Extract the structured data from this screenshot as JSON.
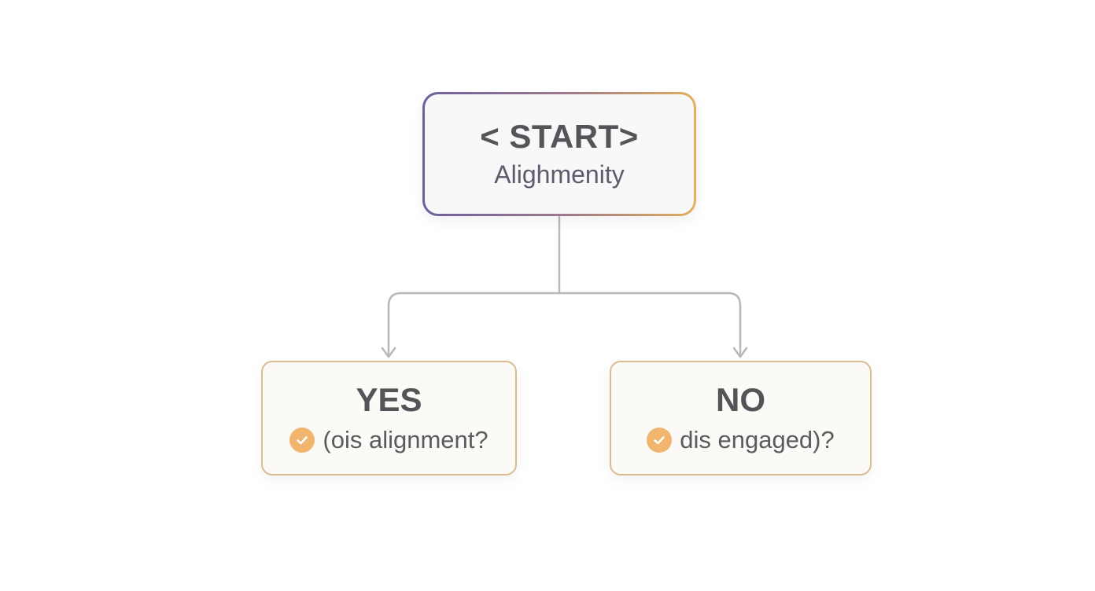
{
  "colors": {
    "start_border_start": "#6b5f9e",
    "start_border_end": "#e2b15a",
    "branch_border": "#d9bd8f",
    "connector": "#b9b7bd",
    "check_fill": "#f1b56d",
    "text": "#555357"
  },
  "start": {
    "title": "< START>",
    "subtitle": "Alighmenity"
  },
  "yes": {
    "title": "YES",
    "icon": "check-circle-icon",
    "text": "(ois alignment?"
  },
  "no": {
    "title": "NO",
    "icon": "check-circle-icon",
    "text": "dis engaged)?"
  }
}
